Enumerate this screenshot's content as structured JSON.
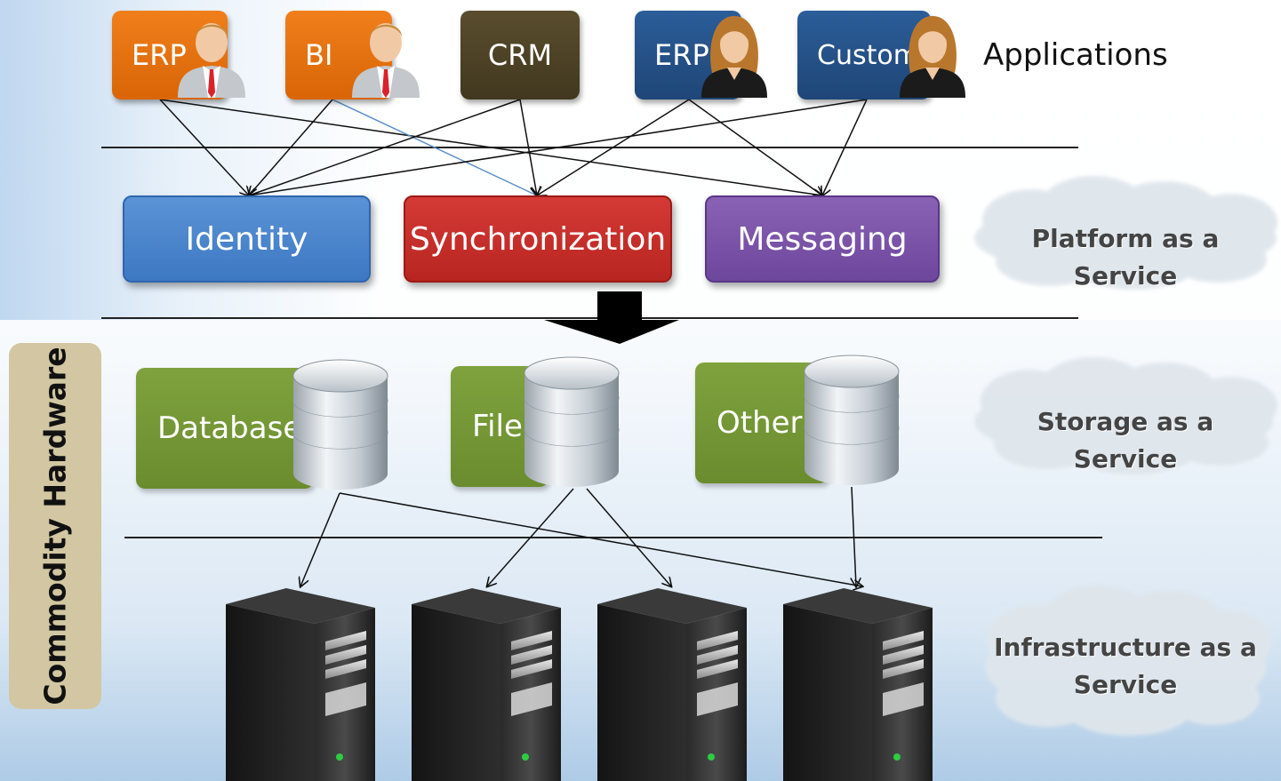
{
  "layers": {
    "applications": "Applications",
    "paas": "Platform as a Service",
    "staas": "Storage as a Service",
    "iaas": "Infrastructure as a Service"
  },
  "applications": [
    {
      "label": "ERP",
      "color": "#e8730f",
      "user": "man"
    },
    {
      "label": "BI",
      "color": "#e8730f",
      "user": "man"
    },
    {
      "label": "CRM",
      "color": "#4d4227",
      "user": "none"
    },
    {
      "label": "ERP",
      "color": "#24528a",
      "user": "woman"
    },
    {
      "label": "Custom",
      "color": "#24528a",
      "user": "woman"
    }
  ],
  "platform_services": [
    {
      "label": "Identity",
      "color": "#4a86cf"
    },
    {
      "label": "Synchronization",
      "color": "#c82f2b"
    },
    {
      "label": "Messaging",
      "color": "#7b55a8"
    }
  ],
  "storage_services": [
    {
      "label": "Database",
      "color": "#779a37"
    },
    {
      "label": "File",
      "color": "#779a37"
    },
    {
      "label": "Other",
      "color": "#779a37"
    }
  ],
  "servers": [
    {
      "icon": "server-icon"
    },
    {
      "icon": "server-icon"
    },
    {
      "icon": "server-icon"
    },
    {
      "icon": "server-icon"
    }
  ],
  "side_label": "Commodity Hardware",
  "connections": {
    "app_to_platform": [
      [
        0,
        0
      ],
      [
        0,
        2
      ],
      [
        1,
        0
      ],
      [
        1,
        1
      ],
      [
        2,
        0
      ],
      [
        2,
        1
      ],
      [
        3,
        1
      ],
      [
        3,
        2
      ],
      [
        4,
        0
      ],
      [
        4,
        2
      ]
    ],
    "storage_to_server": [
      [
        0,
        0
      ],
      [
        0,
        3
      ],
      [
        1,
        1
      ],
      [
        1,
        2
      ],
      [
        2,
        3
      ]
    ]
  }
}
